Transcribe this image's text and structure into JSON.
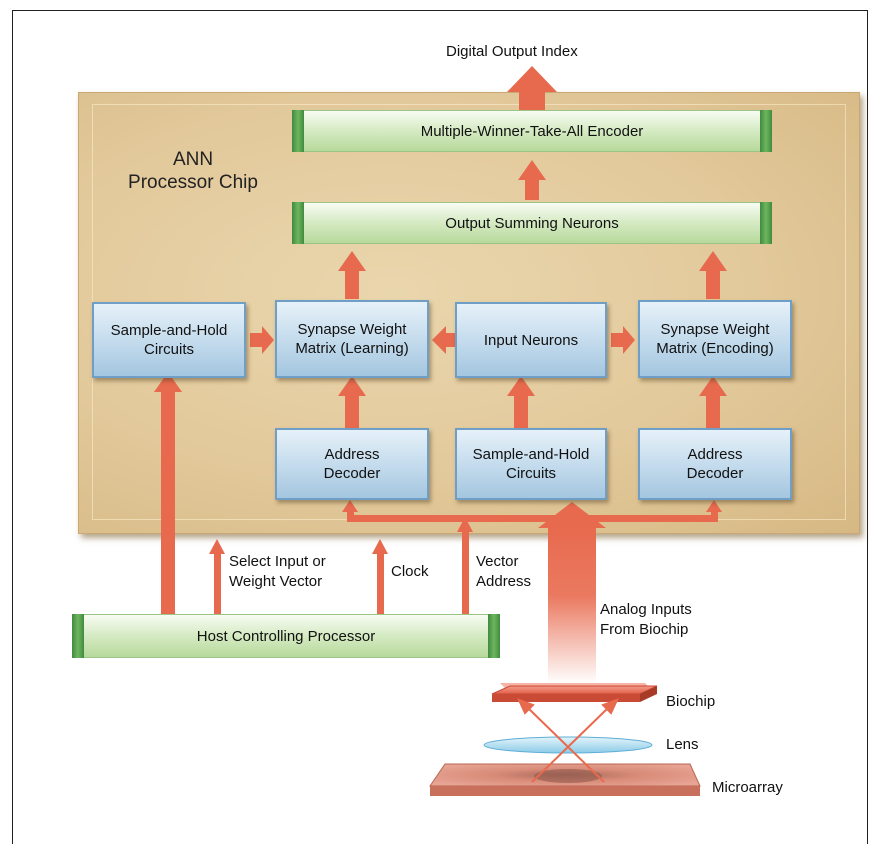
{
  "diagram": {
    "output_label": "Digital Output Index",
    "chip_title": "ANN Processor Chip",
    "blocks": {
      "encoder": "Multiple-Winner-Take-All Encoder",
      "summing": "Output Summing Neurons",
      "sample_hold_left": "Sample-and-Hold Circuits",
      "synapse_learning": "Synapse Weight Matrix (Learning)",
      "input_neurons": "Input Neurons",
      "synapse_encoding": "Synapse Weight Matrix (Encoding)",
      "decoder_left": "Address Decoder",
      "sample_hold_mid": "Sample-and-Hold Circuits",
      "decoder_right": "Address Decoder",
      "host": "Host Controlling Processor"
    },
    "signals": {
      "select_line1": "Select Input or",
      "select_line2": "Weight Vector",
      "clock": "Clock",
      "vector_line1": "Vector",
      "vector_line2": "Address",
      "analog_line1": "Analog Inputs",
      "analog_line2": "From Biochip"
    },
    "optics": {
      "biochip": "Biochip",
      "lens": "Lens",
      "microarray": "Microarray"
    },
    "colors": {
      "arrow": "#e86a4e",
      "chip": "#e2c99b",
      "green_block": "#c5e3b0",
      "blue_block": "#b7d3ea"
    }
  }
}
